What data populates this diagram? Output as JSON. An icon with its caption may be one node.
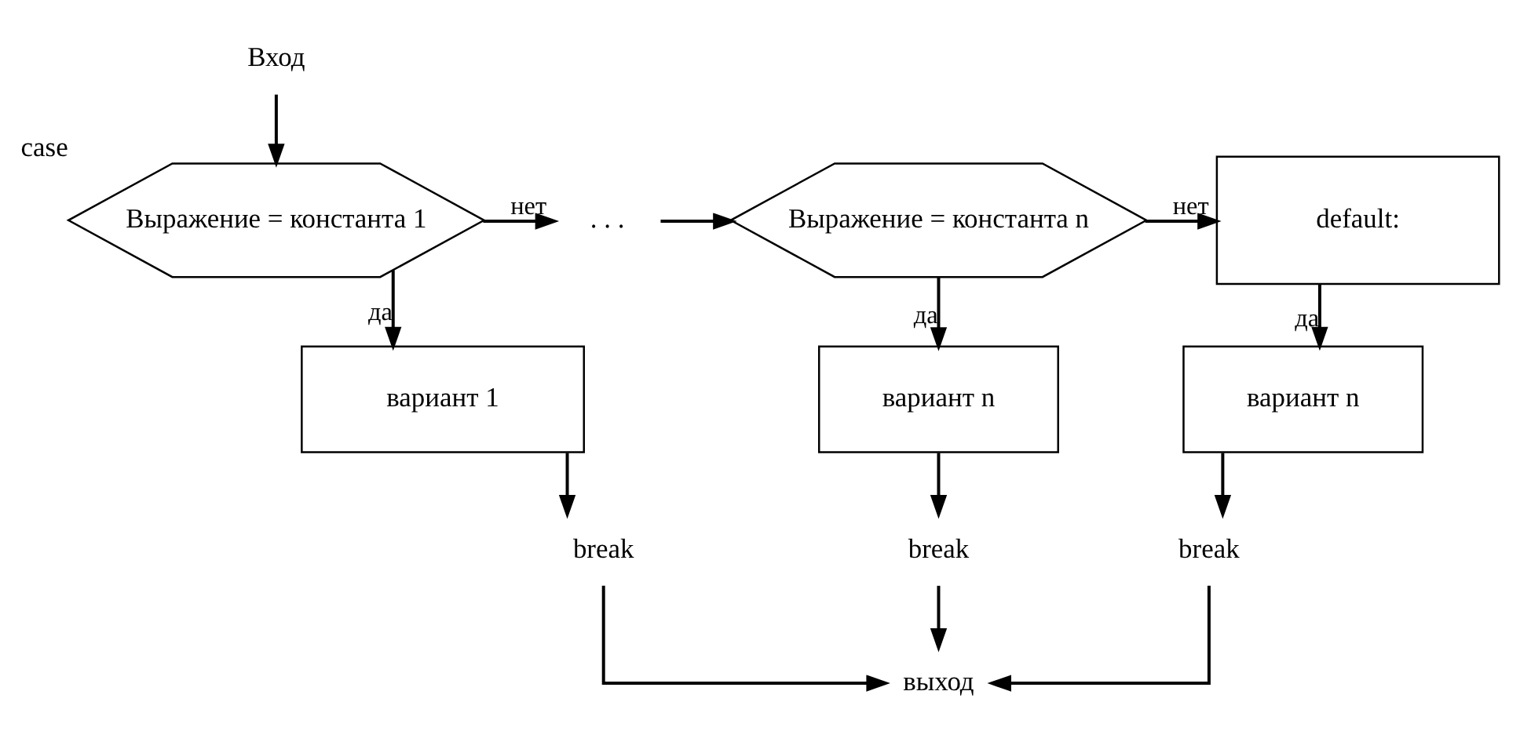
{
  "diagram": {
    "nodes": [
      {
        "text": [
          "Вход"
        ]
      },
      {
        "text": [
          "Выражение = константа 1"
        ],
        "beside": [
          "case"
        ]
      },
      {
        "text": [
          ". . ."
        ]
      },
      {
        "text": [
          "Выражение = константа n"
        ]
      },
      {
        "text": [
          "default:"
        ]
      },
      {
        "text": [
          "вариант 1"
        ]
      },
      {
        "text": [
          "вариант n"
        ]
      },
      {
        "text": [
          "вариант n"
        ]
      },
      {
        "text": [
          "break"
        ]
      },
      {
        "text": [
          "break"
        ]
      },
      {
        "text": [
          "break"
        ]
      },
      {
        "text": [
          "выход"
        ]
      }
    ],
    "edges": [
      {
        "from": 0,
        "to": 1,
        "arrow": "to"
      },
      {
        "from": 1,
        "to": 2,
        "arrow": "to",
        "label": "нет"
      },
      {
        "from": 2,
        "to": 3,
        "arrow": "to"
      },
      {
        "from": 3,
        "to": 4,
        "arrow": "to",
        "label": "нет"
      },
      {
        "from": 1,
        "to": 5,
        "arrow": "to",
        "label": "да"
      },
      {
        "from": 3,
        "to": 6,
        "arrow": "to",
        "label": "да"
      },
      {
        "from": 4,
        "to": 7,
        "arrow": "to",
        "label": "да"
      },
      {
        "from": 5,
        "to": 8,
        "arrow": "to"
      },
      {
        "from": 6,
        "to": 9,
        "arrow": "to"
      },
      {
        "from": 7,
        "to": 10,
        "arrow": "to"
      },
      {
        "from": 8,
        "to": 11,
        "arrow": "to"
      },
      {
        "from": 9,
        "to": 11,
        "arrow": "to"
      },
      {
        "from": 10,
        "to": 11,
        "arrow": "to"
      }
    ]
  }
}
